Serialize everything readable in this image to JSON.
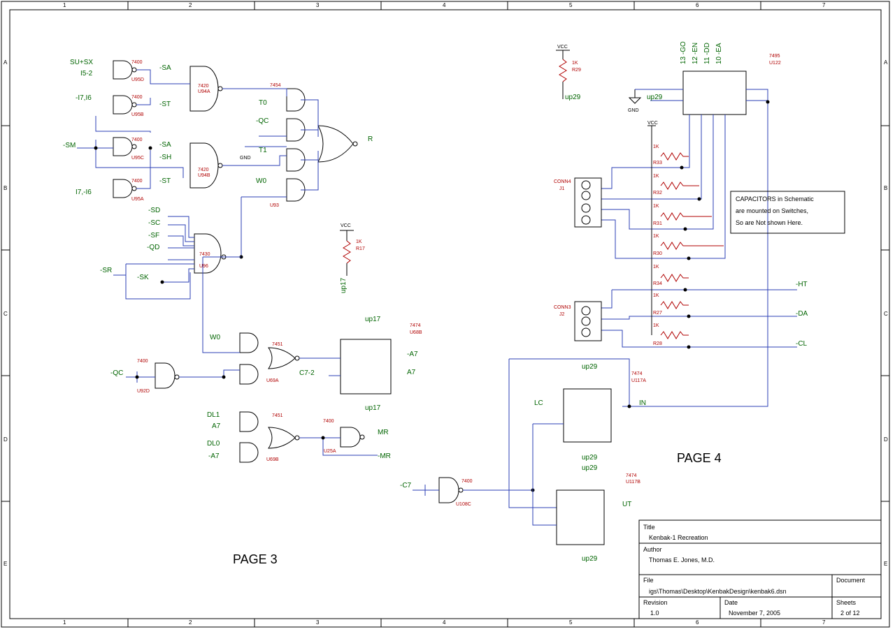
{
  "zones_top": [
    "1",
    "2",
    "3",
    "4",
    "5",
    "6",
    "7"
  ],
  "zones_side": [
    "A",
    "B",
    "C",
    "D",
    "E"
  ],
  "labels": {
    "su_sx": "SU+SX",
    "i5_2": "I5-2",
    "i7_i6": "-I7,I6",
    "sm": "-SM",
    "i7_neg_i6": "I7,-I6",
    "sa1": "-SA",
    "st1": "-ST",
    "sa2": "-SA",
    "sh": "-SH",
    "st2": "-ST",
    "t0": "T0",
    "qc_a": "-QC",
    "t1": "T1",
    "w0_a": "W0",
    "r": "R",
    "sd": "-SD",
    "sc": "-SC",
    "sf": "-SF",
    "qd": "-QD",
    "sr": "-SR",
    "sk": "-SK",
    "w0_b": "W0",
    "qc_b": "-QC",
    "c7_2": "C7-2",
    "up17_a": "up17",
    "up17_b": "up17",
    "a7": "-A7",
    "a7b": "A7",
    "dl1": "DL1",
    "a7_in": "A7",
    "dl0": "DL0",
    "a7_in2": "-A7",
    "mr": "MR",
    "mr_n": "-MR",
    "c7": "-C7",
    "up17_res": "up17",
    "vcc1": "VCC",
    "vcc2": "VCC",
    "vcc3": "VCC",
    "gnd1": "GND",
    "gnd2": "GND",
    "up29_a": "up29",
    "up29_b": "up29",
    "up29_c": "up29",
    "up29_d": "up29",
    "up29_e": "up29",
    "q_go": "13 -GO",
    "q_en": "12 -EN",
    "q_dd": "11 -DD",
    "q_ea": "10 -EA",
    "lc": "LC",
    "in": "IN",
    "ut": "UT",
    "ht": "-HT",
    "da": "-DA",
    "cl": "-CL",
    "page3": "PAGE 3",
    "page4": "PAGE 4"
  },
  "parts": {
    "u95d": "U95D",
    "u95b": "U95B",
    "u95c": "U95C",
    "u95a": "U95A",
    "u94a": "U94A",
    "u94b": "U94B",
    "u93": "U93",
    "u96": "U96",
    "u92d": "U92D",
    "u69a": "U69A",
    "u69b": "U69B",
    "u25a": "U25A",
    "u68b": "U68B",
    "u108c": "U108C",
    "u117a": "U117A",
    "u117b": "U117B",
    "u122": "U122",
    "t7400": "7400",
    "t7420": "7420",
    "t7454": "7454",
    "t7430": "7430",
    "t7451": "7451",
    "t7474": "7474",
    "t7495": "7495",
    "r29": "R29",
    "r17": "R17",
    "r33": "R33",
    "r32": "R32",
    "r31": "R31",
    "r30": "R30",
    "r34": "R34",
    "r27": "R27",
    "r28": "R28",
    "k1": "1K",
    "j1": "J1",
    "j2": "J2",
    "conn4": "CONN4",
    "conn3": "CONN3"
  },
  "note": {
    "line1": "CAPACITORS in Schematic",
    "line2": "are mounted on Switches,",
    "line3": "So are Not shown Here."
  },
  "title_block": {
    "title_label": "Title",
    "title_value": "Kenbak-1 Recreation",
    "author_label": "Author",
    "author_value": "Thomas E. Jones, M.D.",
    "file_label": "File",
    "file_value": "igs\\Thomas\\Desktop\\KenbakDesign\\kenbak6.dsn",
    "document_label": "Document",
    "revision_label": "Revision",
    "revision_value": "1.0",
    "date_label": "Date",
    "date_value": "November 7, 2005",
    "sheets_label": "Sheets",
    "sheets_value": "2 of 12"
  },
  "colors": {
    "wire": "#2b3fb5",
    "signal": "#006400",
    "part": "#b00000"
  }
}
